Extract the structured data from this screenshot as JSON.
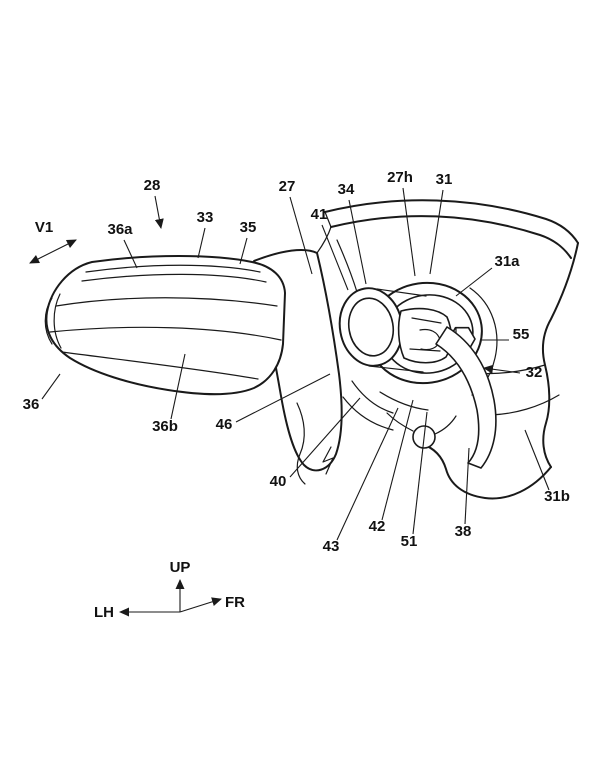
{
  "figure": {
    "kind": "patent-line-drawing",
    "colors": {
      "ink": "#1a1a1a",
      "background": "#ffffff"
    },
    "labels": {
      "n28": "28",
      "v1": "V1",
      "n36a": "36a",
      "n33": "33",
      "n35": "35",
      "n27": "27",
      "n41": "41",
      "n34": "34",
      "n27h": "27h",
      "n31": "31",
      "n31a": "31a",
      "n55": "55",
      "n32": "32",
      "n36": "36",
      "n36b": "36b",
      "n46": "46",
      "n40": "40",
      "n43": "43",
      "n42": "42",
      "n51": "51",
      "n38": "38",
      "n31b": "31b"
    },
    "axes": {
      "up": "UP",
      "lh": "LH",
      "fr": "FR"
    }
  }
}
